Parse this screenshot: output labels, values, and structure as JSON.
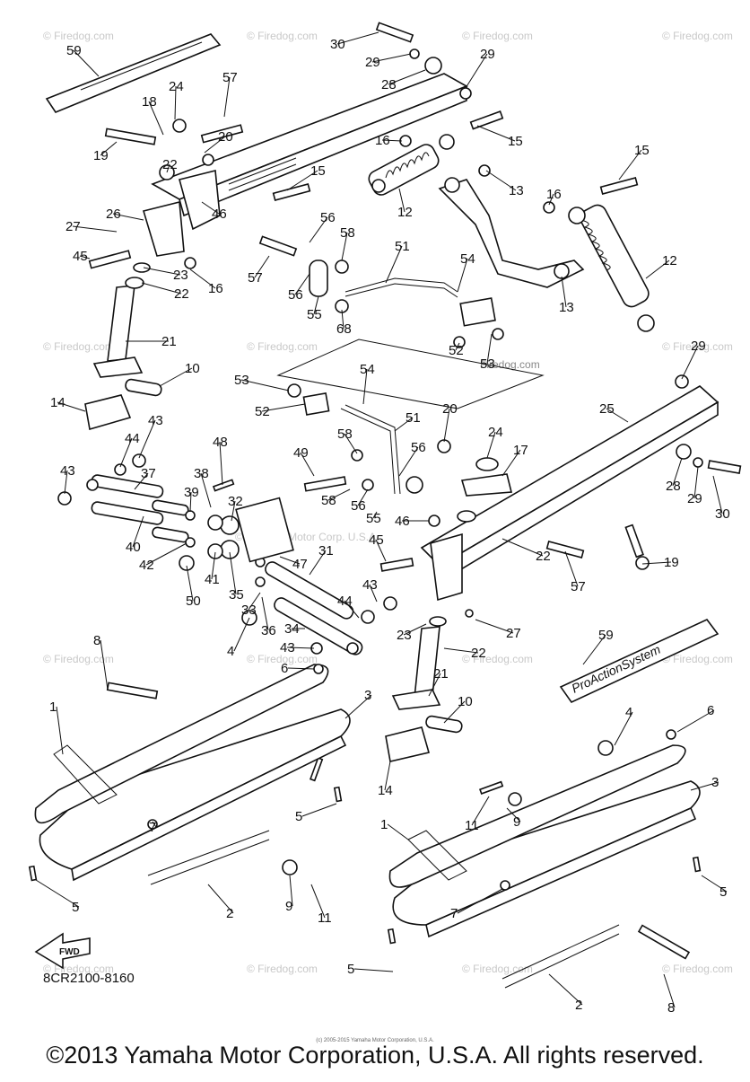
{
  "diagram": {
    "reference_code": "8CR2100-8160",
    "copyright": "©2013 Yamaha Motor Corporation, U.S.A. All rights reserved.",
    "tiny_note": "(c) 2005-2015 Yamaha Motor Corporation, U.S.A.",
    "fwd_label": "FWD",
    "badge_text": "ProActionSystem",
    "watermark": "© Firedog.com",
    "watermark_center": "© Yamaha Motor Corp. U.S.A.",
    "watermark_firedog": "Firedog.com",
    "callouts": [
      {
        "n": "30"
      },
      {
        "n": "29"
      },
      {
        "n": "28"
      },
      {
        "n": "29"
      },
      {
        "n": "59"
      },
      {
        "n": "57"
      },
      {
        "n": "24"
      },
      {
        "n": "18"
      },
      {
        "n": "20"
      },
      {
        "n": "19"
      },
      {
        "n": "16"
      },
      {
        "n": "15"
      },
      {
        "n": "22"
      },
      {
        "n": "15"
      },
      {
        "n": "13"
      },
      {
        "n": "15"
      },
      {
        "n": "46"
      },
      {
        "n": "26"
      },
      {
        "n": "27"
      },
      {
        "n": "12"
      },
      {
        "n": "16"
      },
      {
        "n": "56"
      },
      {
        "n": "58"
      },
      {
        "n": "51"
      },
      {
        "n": "45"
      },
      {
        "n": "23"
      },
      {
        "n": "22"
      },
      {
        "n": "16"
      },
      {
        "n": "57"
      },
      {
        "n": "56"
      },
      {
        "n": "55"
      },
      {
        "n": "54"
      },
      {
        "n": "12"
      },
      {
        "n": "13"
      },
      {
        "n": "68"
      },
      {
        "n": "52"
      },
      {
        "n": "53"
      },
      {
        "n": "21"
      },
      {
        "n": "29"
      },
      {
        "n": "10"
      },
      {
        "n": "53"
      },
      {
        "n": "54"
      },
      {
        "n": "52"
      },
      {
        "n": "51"
      },
      {
        "n": "25"
      },
      {
        "n": "14"
      },
      {
        "n": "43"
      },
      {
        "n": "20"
      },
      {
        "n": "24"
      },
      {
        "n": "44"
      },
      {
        "n": "58"
      },
      {
        "n": "56"
      },
      {
        "n": "17"
      },
      {
        "n": "48"
      },
      {
        "n": "49"
      },
      {
        "n": "43"
      },
      {
        "n": "37"
      },
      {
        "n": "38"
      },
      {
        "n": "58"
      },
      {
        "n": "28"
      },
      {
        "n": "29"
      },
      {
        "n": "30"
      },
      {
        "n": "39"
      },
      {
        "n": "32"
      },
      {
        "n": "56"
      },
      {
        "n": "55"
      },
      {
        "n": "46"
      },
      {
        "n": "40"
      },
      {
        "n": "45"
      },
      {
        "n": "22"
      },
      {
        "n": "19"
      },
      {
        "n": "42"
      },
      {
        "n": "47"
      },
      {
        "n": "31"
      },
      {
        "n": "57"
      },
      {
        "n": "41"
      },
      {
        "n": "35"
      },
      {
        "n": "50"
      },
      {
        "n": "33"
      },
      {
        "n": "43"
      },
      {
        "n": "44"
      },
      {
        "n": "36"
      },
      {
        "n": "34"
      },
      {
        "n": "27"
      },
      {
        "n": "23"
      },
      {
        "n": "59"
      },
      {
        "n": "8"
      },
      {
        "n": "43"
      },
      {
        "n": "22"
      },
      {
        "n": "4"
      },
      {
        "n": "6"
      },
      {
        "n": "21"
      },
      {
        "n": "1"
      },
      {
        "n": "3"
      },
      {
        "n": "10"
      },
      {
        "n": "4"
      },
      {
        "n": "6"
      },
      {
        "n": "14"
      },
      {
        "n": "3"
      },
      {
        "n": "7"
      },
      {
        "n": "11"
      },
      {
        "n": "9"
      },
      {
        "n": "5"
      },
      {
        "n": "1"
      },
      {
        "n": "5"
      },
      {
        "n": "9"
      },
      {
        "n": "11"
      },
      {
        "n": "2"
      },
      {
        "n": "7"
      },
      {
        "n": "5"
      },
      {
        "n": "5"
      },
      {
        "n": "2"
      },
      {
        "n": "8"
      }
    ],
    "watermarks": [
      {},
      {},
      {},
      {},
      {},
      {},
      {},
      {},
      {},
      {},
      {},
      {},
      {},
      {},
      {},
      {}
    ]
  }
}
